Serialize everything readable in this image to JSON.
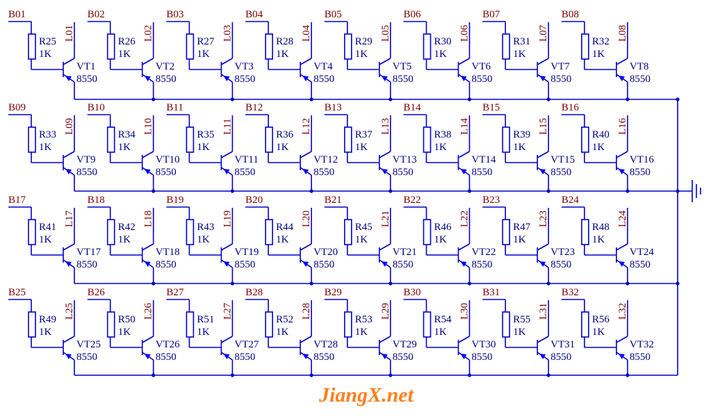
{
  "colors": {
    "wire": "#0000CC",
    "net_label": "#7A0000",
    "part_label": "#000080",
    "arrow": "#0000FF",
    "watermark": "#FF7F1F",
    "background": "#FFFFFF"
  },
  "transistor_type": "8550",
  "resistor_value": "1K",
  "watermark": "JiangX.net",
  "ground_symbol": "ground-icon",
  "rows": [
    [
      {
        "base": "B01",
        "res": "R25",
        "led": "L01",
        "vt": "VT1"
      },
      {
        "base": "B02",
        "res": "R26",
        "led": "L02",
        "vt": "VT2"
      },
      {
        "base": "B03",
        "res": "R27",
        "led": "L03",
        "vt": "VT3"
      },
      {
        "base": "B04",
        "res": "R28",
        "led": "L04",
        "vt": "VT4"
      },
      {
        "base": "B05",
        "res": "R29",
        "led": "L05",
        "vt": "VT5"
      },
      {
        "base": "B06",
        "res": "R30",
        "led": "L06",
        "vt": "VT6"
      },
      {
        "base": "B07",
        "res": "R31",
        "led": "L07",
        "vt": "VT7"
      },
      {
        "base": "B08",
        "res": "R32",
        "led": "L08",
        "vt": "VT8"
      }
    ],
    [
      {
        "base": "B09",
        "res": "R33",
        "led": "L09",
        "vt": "VT9"
      },
      {
        "base": "B10",
        "res": "R34",
        "led": "L10",
        "vt": "VT10"
      },
      {
        "base": "B11",
        "res": "R35",
        "led": "L11",
        "vt": "VT11"
      },
      {
        "base": "B12",
        "res": "R36",
        "led": "L12",
        "vt": "VT12"
      },
      {
        "base": "B13",
        "res": "R37",
        "led": "L13",
        "vt": "VT13"
      },
      {
        "base": "B14",
        "res": "R38",
        "led": "L14",
        "vt": "VT14"
      },
      {
        "base": "B15",
        "res": "R39",
        "led": "L15",
        "vt": "VT15"
      },
      {
        "base": "B16",
        "res": "R40",
        "led": "L16",
        "vt": "VT16"
      }
    ],
    [
      {
        "base": "B17",
        "res": "R41",
        "led": "L17",
        "vt": "VT17"
      },
      {
        "base": "B18",
        "res": "R42",
        "led": "L18",
        "vt": "VT18"
      },
      {
        "base": "B19",
        "res": "R43",
        "led": "L19",
        "vt": "VT19"
      },
      {
        "base": "B20",
        "res": "R44",
        "led": "L20",
        "vt": "VT20"
      },
      {
        "base": "B21",
        "res": "R45",
        "led": "L21",
        "vt": "VT21"
      },
      {
        "base": "B22",
        "res": "R46",
        "led": "L22",
        "vt": "VT22"
      },
      {
        "base": "B23",
        "res": "R47",
        "led": "L23",
        "vt": "VT23"
      },
      {
        "base": "B24",
        "res": "R48",
        "led": "L24",
        "vt": "VT24"
      }
    ],
    [
      {
        "base": "B25",
        "res": "R49",
        "led": "L25",
        "vt": "VT25"
      },
      {
        "base": "B26",
        "res": "R50",
        "led": "L26",
        "vt": "VT26"
      },
      {
        "base": "B27",
        "res": "R51",
        "led": "L27",
        "vt": "VT27"
      },
      {
        "base": "B28",
        "res": "R52",
        "led": "L28",
        "vt": "VT28"
      },
      {
        "base": "B29",
        "res": "R53",
        "led": "L29",
        "vt": "VT29"
      },
      {
        "base": "B30",
        "res": "R54",
        "led": "L30",
        "vt": "VT30"
      },
      {
        "base": "B31",
        "res": "R55",
        "led": "L31",
        "vt": "VT31"
      },
      {
        "base": "B32",
        "res": "R56",
        "led": "L32",
        "vt": "VT32"
      }
    ]
  ]
}
